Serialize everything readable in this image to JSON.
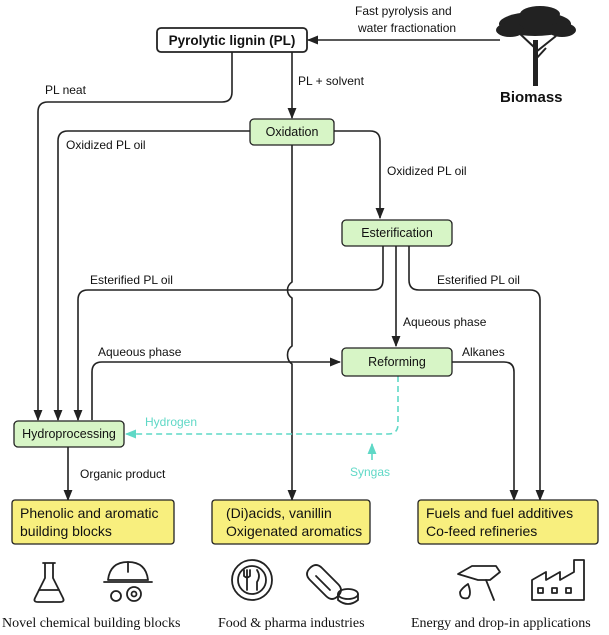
{
  "nodes": {
    "pyrolytic_lignin": "Pyrolytic lignin (PL)",
    "biomass": "Biomass",
    "oxidation": "Oxidation",
    "esterification": "Esterification",
    "reforming": "Reforming",
    "hydroprocessing": "Hydroprocessing"
  },
  "edge_labels": {
    "fast_pyrolysis_1": "Fast pyrolysis and",
    "fast_pyrolysis_2": "water fractionation",
    "pl_neat": "PL neat",
    "pl_solvent": "PL + solvent",
    "oxidized_pl_oil_left": "Oxidized PL oil",
    "oxidized_pl_oil_right": "Oxidized PL oil",
    "esterified_pl_oil_left": "Esterified PL oil",
    "esterified_pl_oil_right": "Esterified PL oil",
    "aqueous_phase_left": "Aqueous phase",
    "aqueous_phase_center": "Aqueous phase",
    "alkanes": "Alkanes",
    "hydrogen": "Hydrogen",
    "syngas": "Syngas",
    "organic_product": "Organic product"
  },
  "products": {
    "phenolic": [
      "Phenolic and aromatic",
      "building blocks"
    ],
    "diacids": [
      "(Di)acids, vanillin",
      "Oxigenated aromatics"
    ],
    "fuels": [
      "Fuels and fuel additives",
      "Co-feed refineries"
    ]
  },
  "captions": {
    "chemical": "Novel chemical building blocks",
    "food": "Food & pharma industries",
    "energy": "Energy and drop-in applications"
  },
  "colors": {
    "process_box": "#d7f5c6",
    "product_box": "#f8ef7e",
    "hydrogen_flow": "#5fd8c6"
  }
}
